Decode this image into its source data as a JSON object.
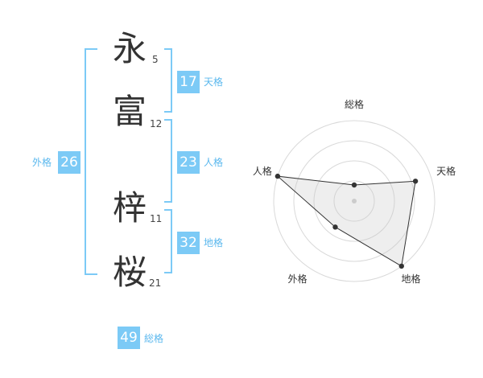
{
  "name": {
    "chars": [
      {
        "char": "永",
        "strokes": "5"
      },
      {
        "char": "富",
        "strokes": "12"
      },
      {
        "char": "梓",
        "strokes": "11"
      },
      {
        "char": "桜",
        "strokes": "21"
      }
    ]
  },
  "grids": {
    "tenkaku": {
      "value": "17",
      "label": "天格"
    },
    "jinkaku": {
      "value": "23",
      "label": "人格"
    },
    "chikaku": {
      "value": "32",
      "label": "地格"
    },
    "gaikaku": {
      "value": "26",
      "label": "外格"
    },
    "soukaku": {
      "value": "49",
      "label": "総格"
    }
  },
  "chart_data": {
    "type": "radar",
    "axes": [
      "総格",
      "天格",
      "地格",
      "外格",
      "人格"
    ],
    "values": [
      1,
      4,
      5,
      2,
      5
    ],
    "max": 5,
    "rings": 4
  }
}
